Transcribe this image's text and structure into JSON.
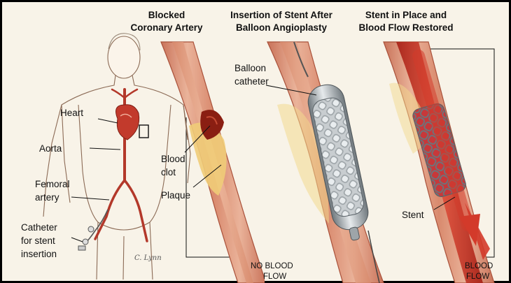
{
  "headings": {
    "blocked": [
      "Blocked",
      "Coronary Artery"
    ],
    "insertion": [
      "Insertion of Stent After",
      "Balloon Angioplasty"
    ],
    "restored": [
      "Stent in Place and",
      "Blood Flow Restored"
    ]
  },
  "body_labels": {
    "heart": "Heart",
    "aorta": "Aorta",
    "femoral": [
      "Femoral",
      "artery"
    ],
    "catheter": [
      "Catheter",
      "for stent",
      "insertion"
    ]
  },
  "panel_labels": {
    "blood_clot": [
      "Blood",
      "clot"
    ],
    "plaque": "Plaque",
    "balloon_catheter": [
      "Balloon",
      "catheter"
    ],
    "stent": "Stent"
  },
  "flow_labels": {
    "no_blood_flow": [
      "NO BLOOD",
      "FLOW"
    ],
    "blood_flow": [
      "BLOOD",
      "FLOW"
    ]
  },
  "signature": "C. Lynn",
  "colors": {
    "background": "#000000",
    "paper": "#f8f3e8",
    "vessel_wall": "#e7a489",
    "vessel_edge": "#a9513a",
    "plaque": "#f0cc78",
    "clot": "#8a1e12",
    "stent": "#9ca3a8",
    "flow_arrow": "#d33a2a"
  }
}
